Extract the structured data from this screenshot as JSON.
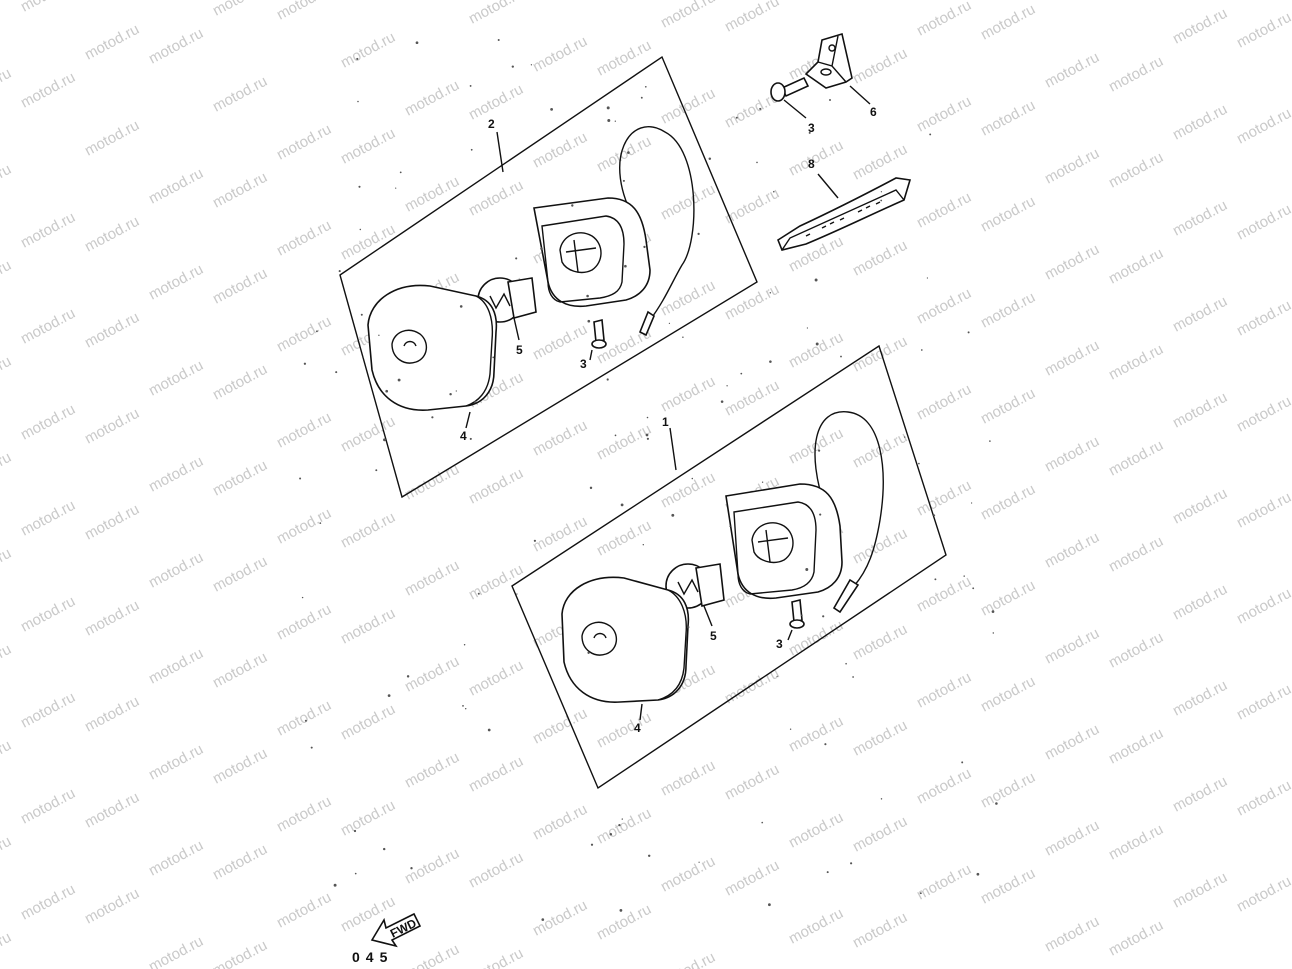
{
  "watermark": {
    "text": "motod.ru"
  },
  "callouts": {
    "assembly_upper": "2",
    "assembly_lower": "1",
    "screw": "3",
    "lens": "4",
    "bulb": "5",
    "bracket": "6",
    "pad": "8"
  },
  "stamp": {
    "direction_label": "FWD",
    "page_code": "045"
  },
  "colors": {
    "ink": "#111111",
    "watermark": "#c9c9c9",
    "background": "#ffffff"
  }
}
